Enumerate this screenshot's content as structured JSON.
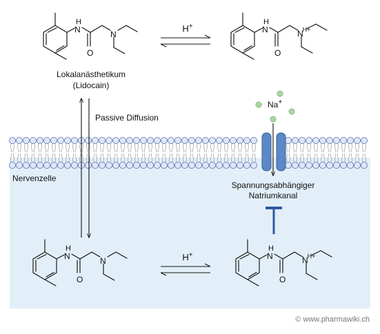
{
  "colors": {
    "cell_interior": "#e2eff8",
    "membrane_head": "#dfe6f6",
    "membrane_head_stroke": "#5a6fb3",
    "channel": "#5b88c6",
    "channel_stroke": "#3a5e96",
    "sodium_ion": "#a8d6a0",
    "inhibition_bar": "#2f5a9e",
    "watermark": "#777777"
  },
  "labels": {
    "drug_name": "Lokalanästhetikum",
    "drug_example": "(Lidocain)",
    "proton_top": "H",
    "proton_bottom": "H",
    "plus": "+",
    "passive_diffusion": "Passive Diffusion",
    "sodium": "Na",
    "cell": "Nervenzelle",
    "channel_line1": "Spannungsabhängiger",
    "channel_line2": "Natriumkanal",
    "atom_N": "N",
    "atom_H": "H",
    "atom_O": "O",
    "watermark": "© www.pharmawiki.ch"
  },
  "icons": {
    "copyright": "copyright-symbol"
  }
}
